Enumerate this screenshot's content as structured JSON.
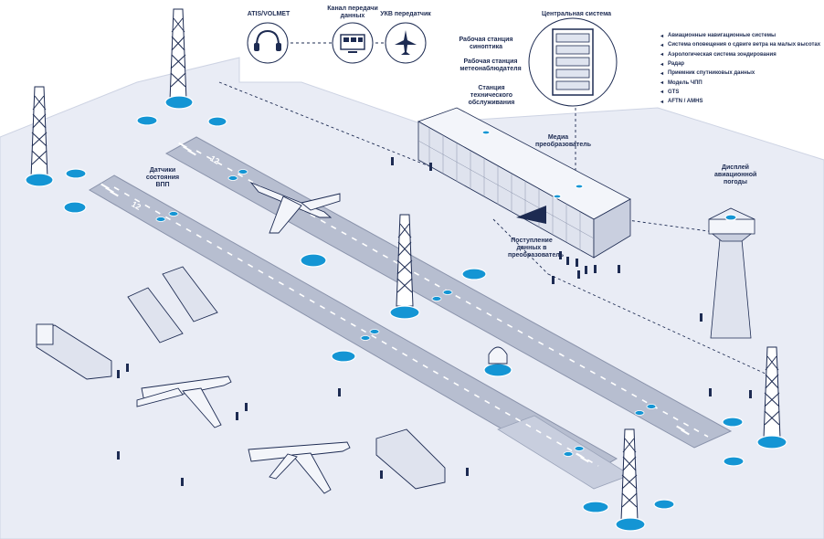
{
  "top": {
    "atis": "ATIS/VOLMET",
    "data_channel": "Канал передачи данных",
    "vhf": "УКВ передатчик",
    "central": "Центральная система"
  },
  "labels": {
    "synoptic": "Рабочая станция синоптика",
    "meteo": "Рабочая станция метеонаблюдателя",
    "maintenance": "Станция технического обслуживания",
    "media_converter": "Медиа преобразователь",
    "runway_sensors": "Датчики состояния ВПП",
    "data_in": "Поступление данных в преобразователь",
    "display": "Дисплей авиационной погоды",
    "rwy_a": "12",
    "rwy_b": "12"
  },
  "legend": [
    "Авиационные навигационные системы",
    "Система оповещения о сдвиге ветра на малых высотах",
    "Аэрологическая система зондирования",
    "Радар",
    "Приемник спутниковых данных",
    "Модель ЧПП",
    "GTS",
    "AFTN / AMHS"
  ],
  "colors": {
    "ground": "#e9ecf5",
    "runway": "#b5bccf",
    "line": "#1d2b52",
    "accent": "#1495d4",
    "white": "#ffffff"
  }
}
